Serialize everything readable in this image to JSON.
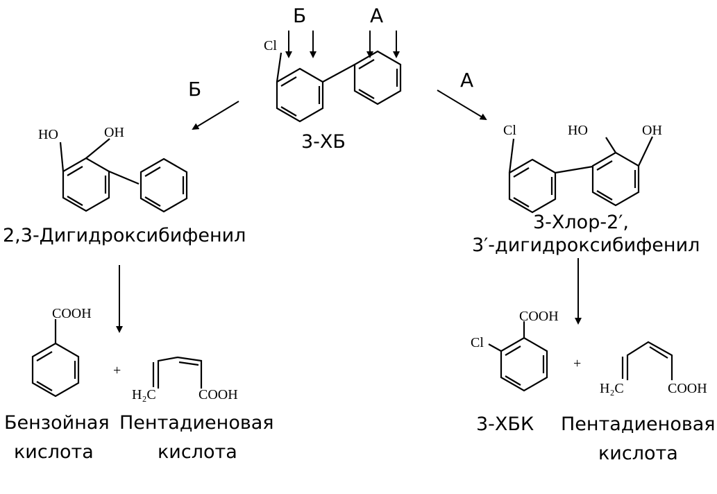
{
  "pathways": {
    "a": "А",
    "b": "Б"
  },
  "plus": "+",
  "atoms": {
    "cl": "Cl",
    "oh": "OH",
    "ho": "HO",
    "cooh": "COOH",
    "h2c": "H₂C"
  },
  "compounds": {
    "start": "3-ХБ",
    "product_b": "2,3-Дигидроксибифенил",
    "product_a_line1": "3-Хлор-2′,",
    "product_a_line2": "3′-дигидроксибифенил",
    "benzoic_line1": "Бензойная",
    "benzoic_line2": "кислота",
    "pentadienoic_line1": "Пентадиеновая",
    "pentadienoic_line2": "кислота",
    "chlorobenzoic": "3-ХБК"
  }
}
